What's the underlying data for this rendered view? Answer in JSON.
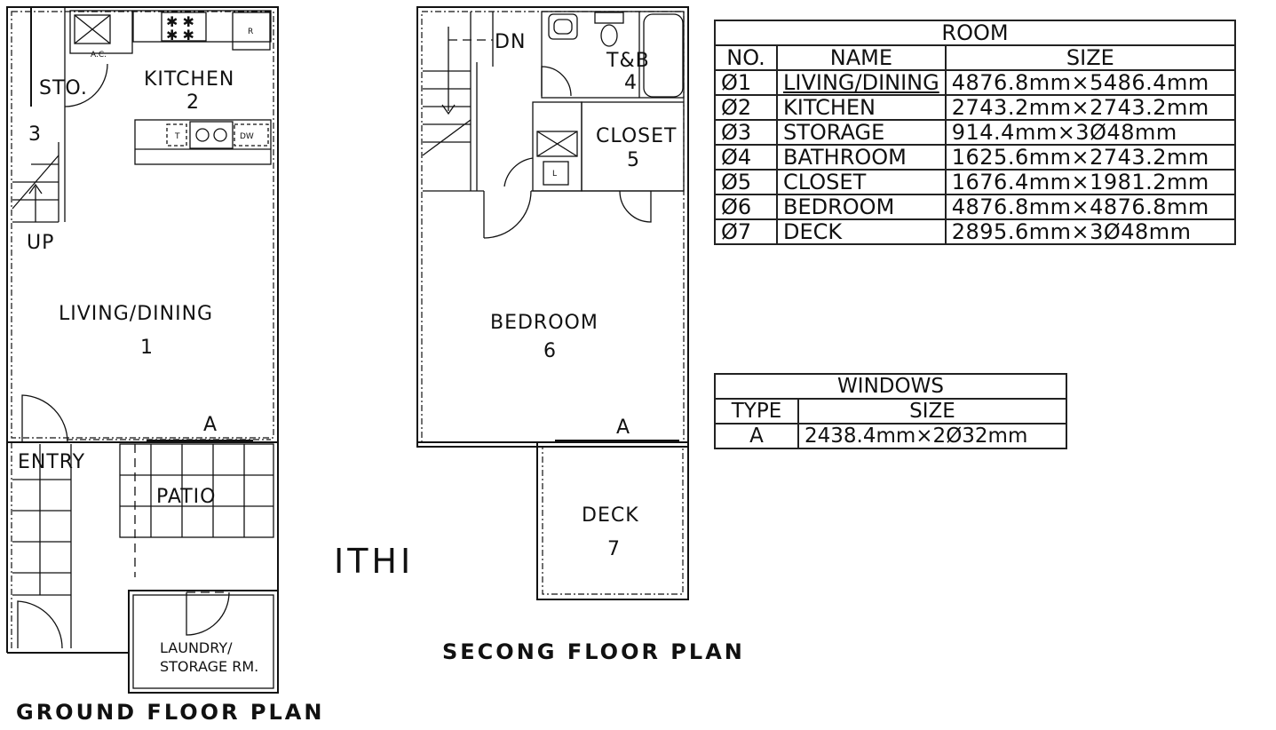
{
  "ground": {
    "title": "GROUND FLOOR PLAN",
    "sto": "STO.",
    "ac": "A.C.",
    "r": "R",
    "kitchen": "KITCHEN",
    "kitchen_no": "2",
    "t": "T",
    "dw": "DW",
    "stair_no": "3",
    "up": "UP",
    "living": "LIVING/DINING",
    "living_no": "1",
    "window_a": "A",
    "entry": "ENTRY",
    "patio": "PATIO",
    "laundry1": "LAUNDRY/",
    "laundry2": "STORAGE RM."
  },
  "second": {
    "title": "SECONG FLOOR PLAN",
    "dn": "DN",
    "tb": "T&B",
    "tb_no": "4",
    "closet": "CLOSET",
    "closet_no": "5",
    "l": "L",
    "bedroom": "BEDROOM",
    "bedroom_no": "6",
    "window_a": "A",
    "deck": "DECK",
    "deck_no": "7"
  },
  "unit_mark": "ITHI",
  "room_schedule": {
    "title": "ROOM",
    "headers": [
      "NO.",
      "NAME",
      "SIZE"
    ],
    "rows": [
      {
        "no": "Ø1",
        "name": "LIVING/DINING",
        "size": "4876.8mm×5486.4mm"
      },
      {
        "no": "Ø2",
        "name": "KITCHEN",
        "size": "2743.2mm×2743.2mm"
      },
      {
        "no": "Ø3",
        "name": "STORAGE",
        "size": "914.4mm×3Ø48mm"
      },
      {
        "no": "Ø4",
        "name": "BATHROOM",
        "size": "1625.6mm×2743.2mm"
      },
      {
        "no": "Ø5",
        "name": "CLOSET",
        "size": "1676.4mm×1981.2mm"
      },
      {
        "no": "Ø6",
        "name": "BEDROOM",
        "size": "4876.8mm×4876.8mm"
      },
      {
        "no": "Ø7",
        "name": "DECK",
        "size": "2895.6mm×3Ø48mm"
      }
    ]
  },
  "window_schedule": {
    "title": "WINDOWS",
    "headers": [
      "TYPE",
      "SIZE"
    ],
    "rows": [
      {
        "type": "A",
        "size": "2438.4mm×2Ø32mm"
      }
    ]
  }
}
